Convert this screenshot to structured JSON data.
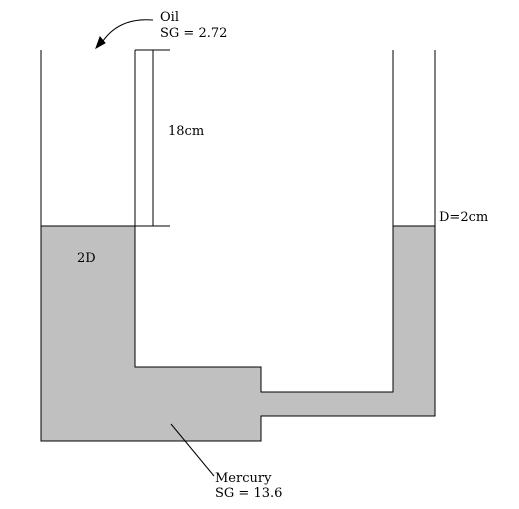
{
  "oil_label": {
    "name": "Oil",
    "sg": "SG = 2.72"
  },
  "oil_column_height": "18cm",
  "left_tube_label": "2D",
  "right_tube_label": "D=2cm",
  "mercury_label": {
    "name": "Mercury",
    "sg": "SG = 13.6"
  },
  "colors": {
    "mercury_fill": "#c0c0c0",
    "stroke": "#000000",
    "background": "#ffffff"
  }
}
